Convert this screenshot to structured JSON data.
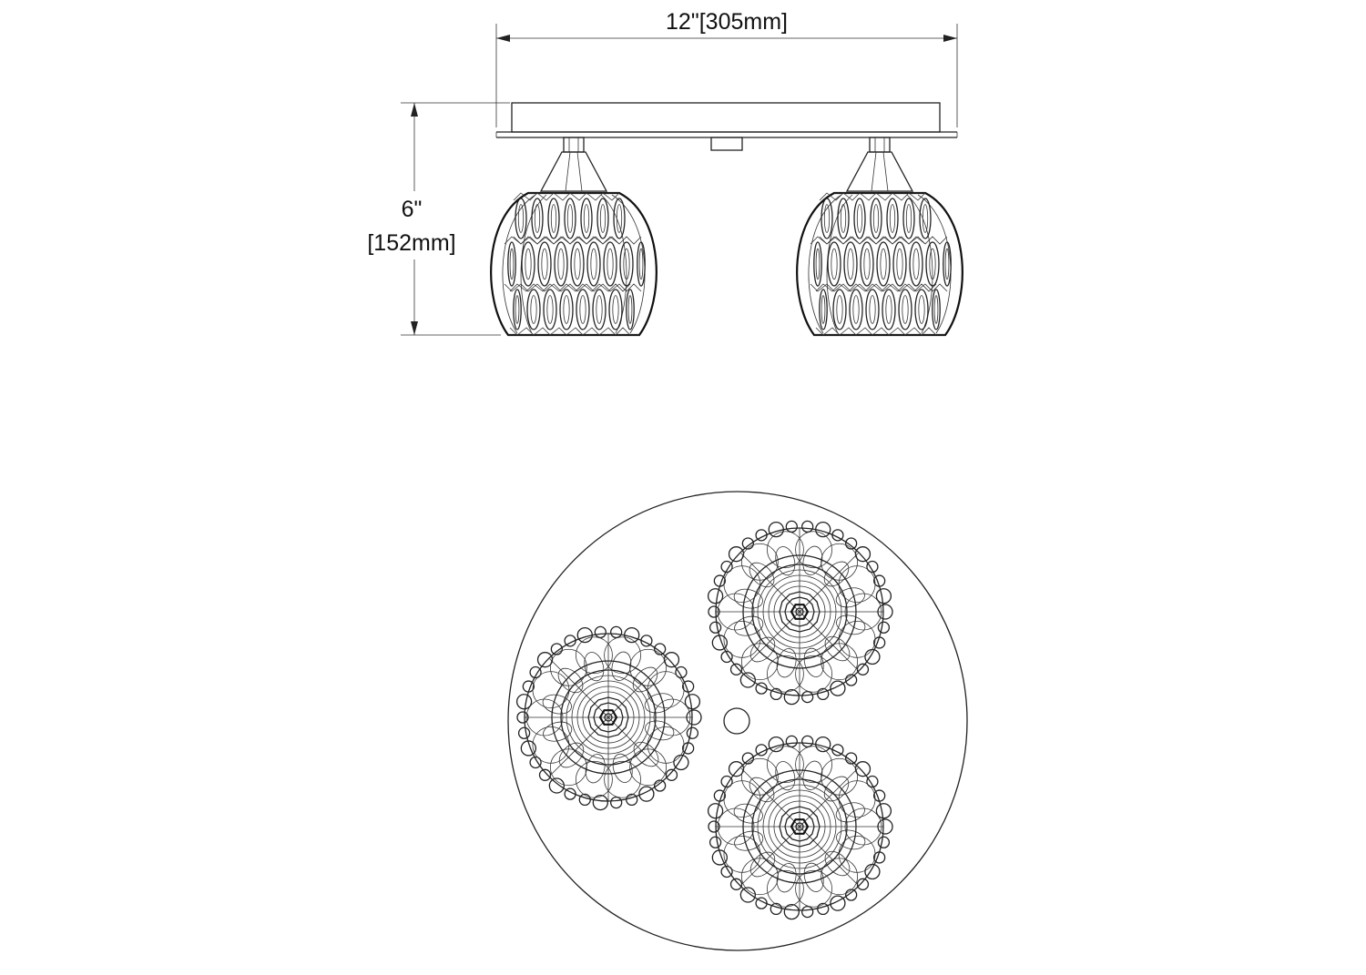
{
  "dimensions": {
    "width_label": "12\"[305mm]",
    "height_label_line1": "6\"",
    "height_label_line2": "[152mm]"
  },
  "colors": {
    "line": "#222222",
    "background": "#ffffff"
  }
}
